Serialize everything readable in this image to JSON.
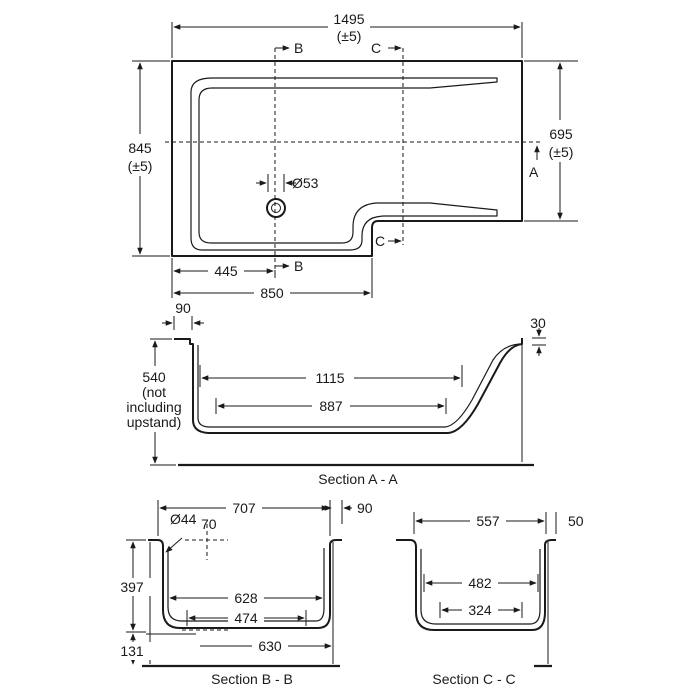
{
  "plan": {
    "overall_length": "1495",
    "overall_length_tol": "(±5)",
    "overall_width": "845",
    "overall_width_tol": "(±5)",
    "narrow_width": "695",
    "narrow_width_tol": "(±5)",
    "waste_diameter": "Ø53",
    "waste_offset": "445",
    "wide_end_length": "850",
    "section_a": "A",
    "section_b": "B",
    "section_c": "C"
  },
  "section_aa": {
    "rim_width": "90",
    "upstand": "30",
    "height_value": "540",
    "height_note_1": "(not",
    "height_note_2": "including",
    "height_note_3": "upstand)",
    "top_length": "1115",
    "bottom_length": "887",
    "caption": "Section A - A"
  },
  "section_bb": {
    "width": "707",
    "rim_width": "90",
    "waste_diameter": "Ø44",
    "waste_offset": "70",
    "height": "397",
    "top_inner": "628",
    "bottom_inner": "474",
    "base": "630",
    "foot": "131",
    "caption": "Section B - B"
  },
  "section_cc": {
    "width": "557",
    "rim_width": "50",
    "top_inner": "482",
    "bottom_inner": "324",
    "caption": "Section C - C"
  }
}
